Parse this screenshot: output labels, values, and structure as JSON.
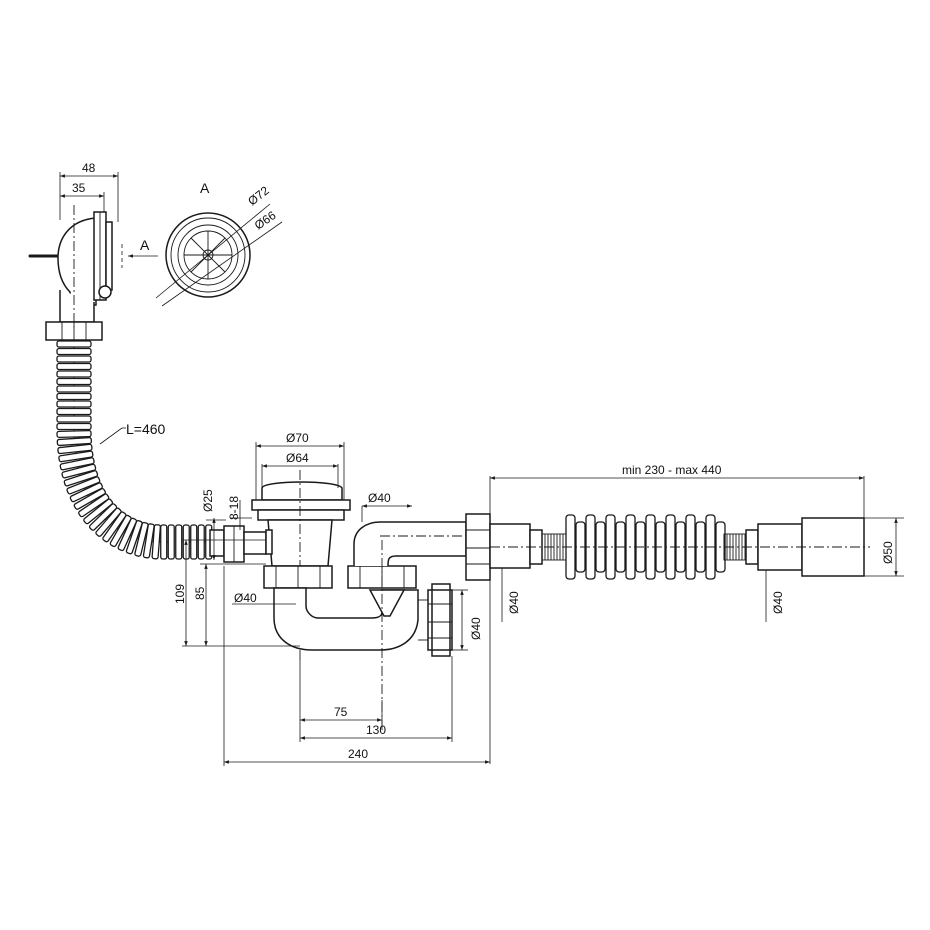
{
  "drawing": {
    "view_label": "A",
    "view_arrow_label": "A",
    "dims": {
      "overflow_width": "48",
      "overflow_depth": "35",
      "outer_diameter_overflow": "Ø72",
      "inner_diameter_overflow": "Ø66",
      "hose_length": "L=460",
      "waste_outer": "Ø70",
      "waste_inner": "Ø64",
      "branch_diameter": "Ø25",
      "branch_range": "8-18",
      "pipe_top": "Ø40",
      "outlet_left": "Ø40",
      "outlet_trap": "Ø40",
      "outlet_mid": "Ø40",
      "outlet_right": "Ø40",
      "end_diameter": "Ø50",
      "height_total": "109",
      "height_inner": "85",
      "horiz_75": "75",
      "horiz_130": "130",
      "horiz_240": "240",
      "flex_range": "min 230 - max 440"
    }
  }
}
